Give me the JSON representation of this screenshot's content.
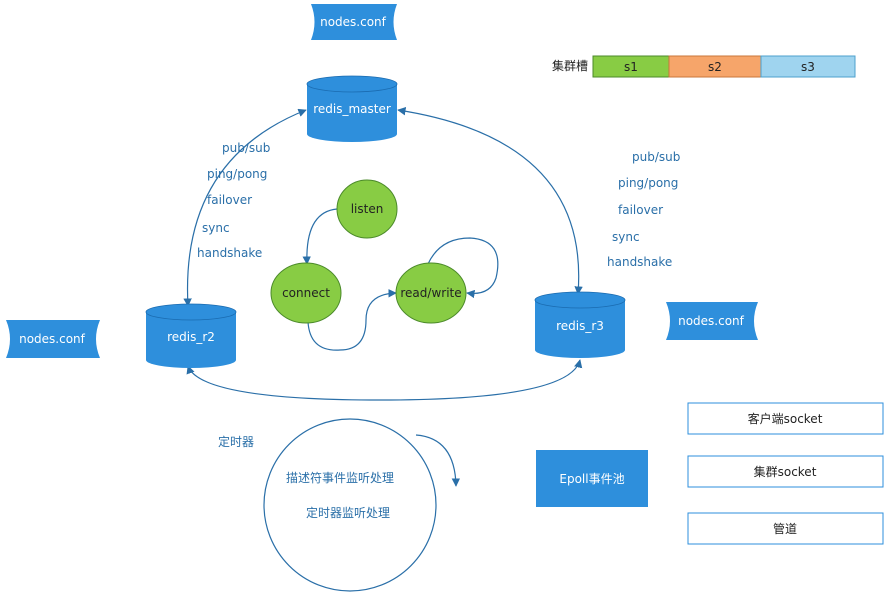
{
  "nodes_conf": {
    "top": "nodes.conf",
    "left": "nodes.conf",
    "right": "nodes.conf"
  },
  "redis": {
    "master": "redis_master",
    "r2": "redis_r2",
    "r3": "redis_r3"
  },
  "slots": {
    "label": "集群槽",
    "s1": "s1",
    "s2": "s2",
    "s3": "s3"
  },
  "left_messages": [
    "pub/sub",
    "ping/pong",
    "failover",
    "sync",
    "handshake"
  ],
  "right_messages": [
    "pub/sub",
    "ping/pong",
    "failover",
    "sync",
    "handshake"
  ],
  "states": {
    "listen": "listen",
    "connect": "connect",
    "readwrite": "read/write"
  },
  "timer": {
    "label": "定时器",
    "line1": "描述符事件监听处理",
    "line2": "定时器监听处理"
  },
  "epoll": "Epoll事件池",
  "sockets": {
    "client": "客户端socket",
    "cluster": "集群socket",
    "pipe": "管道"
  },
  "colors": {
    "blue": "#2e8fdc",
    "green": "#88cc44",
    "orange": "#f6a56a",
    "lightblue": "#9fd4ef",
    "line": "#2a6fa8"
  }
}
